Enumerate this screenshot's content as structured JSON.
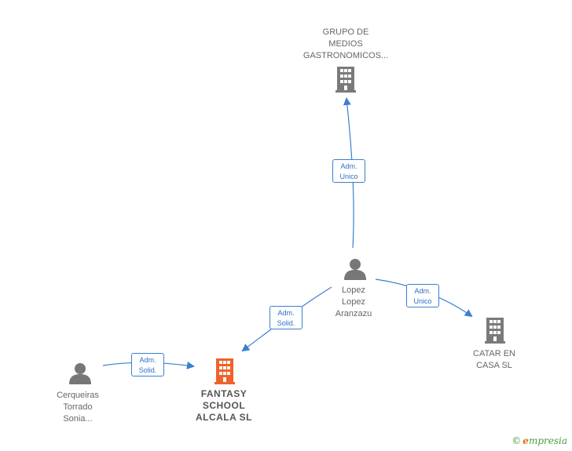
{
  "nodes": {
    "grupo": {
      "label": "GRUPO DE\nMEDIOS\nGASTRONOMICOS...",
      "type": "company"
    },
    "lopez": {
      "label": "Lopez\nLopez\nAranzazu",
      "type": "person"
    },
    "catar": {
      "label": "CATAR EN\nCASA  SL",
      "type": "company"
    },
    "cerqueiras": {
      "label": "Cerqueiras\nTorrado\nSonia...",
      "type": "person"
    },
    "fantasy": {
      "label": "FANTASY\nSCHOOL\nALCALA  SL",
      "type": "company-main"
    }
  },
  "edges": {
    "lopez_grupo": "Adm.\nUnico",
    "lopez_catar": "Adm.\nUnico",
    "lopez_fantasy": "Adm.\nSolid.",
    "cerqueiras_fantasy": "Adm.\nSolid."
  },
  "colors": {
    "edge": "#3b7fd1",
    "company": "#7a7a7a",
    "company_main": "#f0622a",
    "person": "#777777"
  },
  "brand": {
    "copyright": "©",
    "name": "mpresia",
    "initial": "e"
  }
}
